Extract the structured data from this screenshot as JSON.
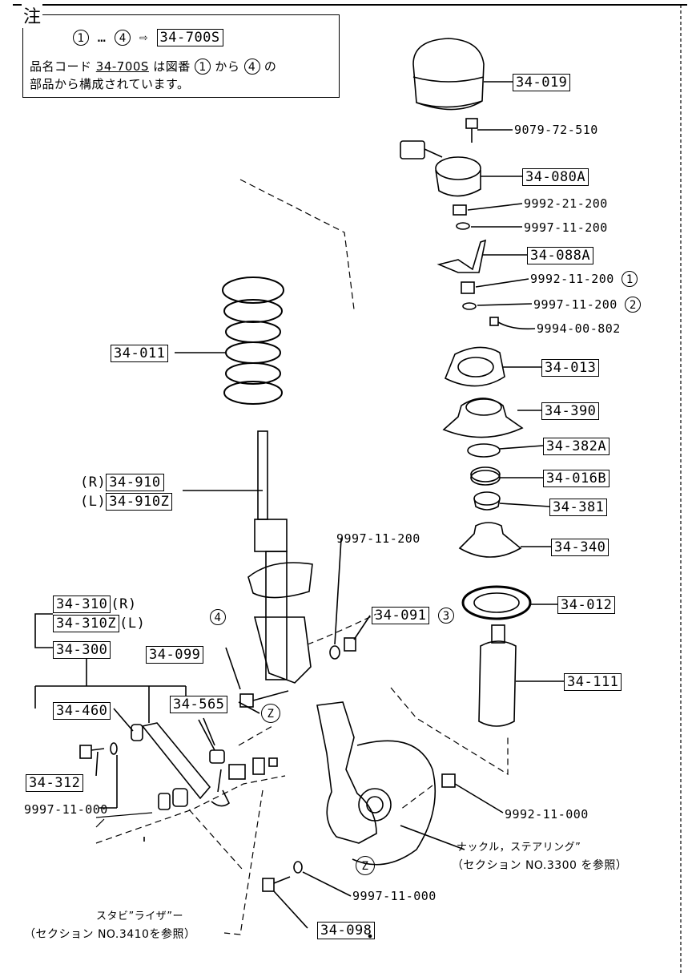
{
  "note": {
    "title": "注",
    "range_start": "1",
    "range_dots": "…",
    "range_end": "4",
    "arrow": "⇨",
    "assembly_code": "34-700S",
    "line2_a": "品名コード",
    "line2_code": "34-700S",
    "line2_b": "は図番",
    "line2_c": "から",
    "line2_d": "の",
    "line3": "部品から構成されています。"
  },
  "parts": {
    "p34_019": "34-019",
    "p9079_72_510": "9079-72-510",
    "p34_080A": "34-080A",
    "p9992_21_200": "9992-21-200",
    "p9997_11_200a": "9997-11-200",
    "p34_088A": "34-088A",
    "p9992_11_200": "9992-11-200",
    "c1": "1",
    "p9997_11_200b": "9997-11-200",
    "c2": "2",
    "p9994_00_802": "9994-00-802",
    "p34_013": "34-013",
    "p34_390": "34-390",
    "p34_382A": "34-382A",
    "p34_016B": "34-016B",
    "p34_381": "34-381",
    "p34_340": "34-340",
    "p34_012": "34-012",
    "p34_111": "34-111",
    "p34_011": "34-011",
    "r_mark": "(R)",
    "l_mark": "(L)",
    "p34_910": "34-910",
    "p34_910Z": "34-910Z",
    "p9997_11_200c": "9997-11-200",
    "p34_091": "34-091",
    "c3": "3",
    "p34_310": "34-310",
    "p34_310Z": "34-310Z",
    "p34_310_r": "(R)",
    "p34_310_l": "(L)",
    "p34_300": "34-300",
    "p34_099": "34-099",
    "c4": "4",
    "p34_460": "34-460",
    "p34_565": "34-565",
    "z1": "Z",
    "z2": "Z",
    "p34_312": "34-312",
    "p9997_11_000a": "9997-11-000",
    "p9992_11_000": "9992-11-000",
    "knuckle_name": "ナックル，ステアリング”",
    "knuckle_ref": "（セクション NO.3300 を参照）",
    "p9997_11_000b": "9997-11-000",
    "stab_name": "スタビ”ライザ”ー",
    "stab_ref": "（セクション NO.3410を参照）",
    "p34_098": "34-098"
  }
}
